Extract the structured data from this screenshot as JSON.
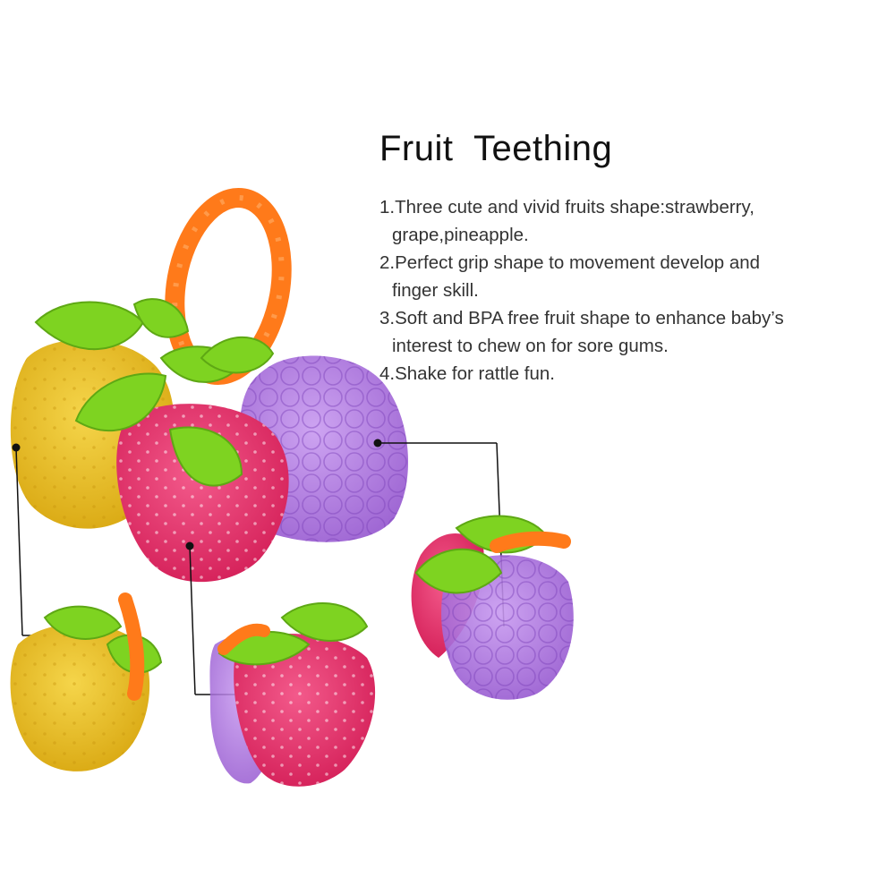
{
  "product": {
    "title": "Fruit  Teething",
    "features": [
      "1.Three cute and vivid fruits shape:strawberry, grape,pineapple.",
      "2.Perfect grip shape to movement develop and finger skill.",
      "3.Soft and BPA free fruit shape to enhance baby’s interest to chew on for sore gums.",
      "4.Shake for rattle fun."
    ]
  },
  "colors": {
    "yellow_fruit": "#e6bc1f",
    "strawberry": "#e0346a",
    "grape": "#a36bd6",
    "leaf": "#7ed321",
    "ring": "#ff7a1a",
    "callout_line": "#111111"
  },
  "images": {
    "main": "teether-set-icon",
    "detail_yellow": "yellow-fruit-teether-icon",
    "detail_strawberry": "strawberry-teether-icon",
    "detail_grape": "grape-teether-icon"
  }
}
